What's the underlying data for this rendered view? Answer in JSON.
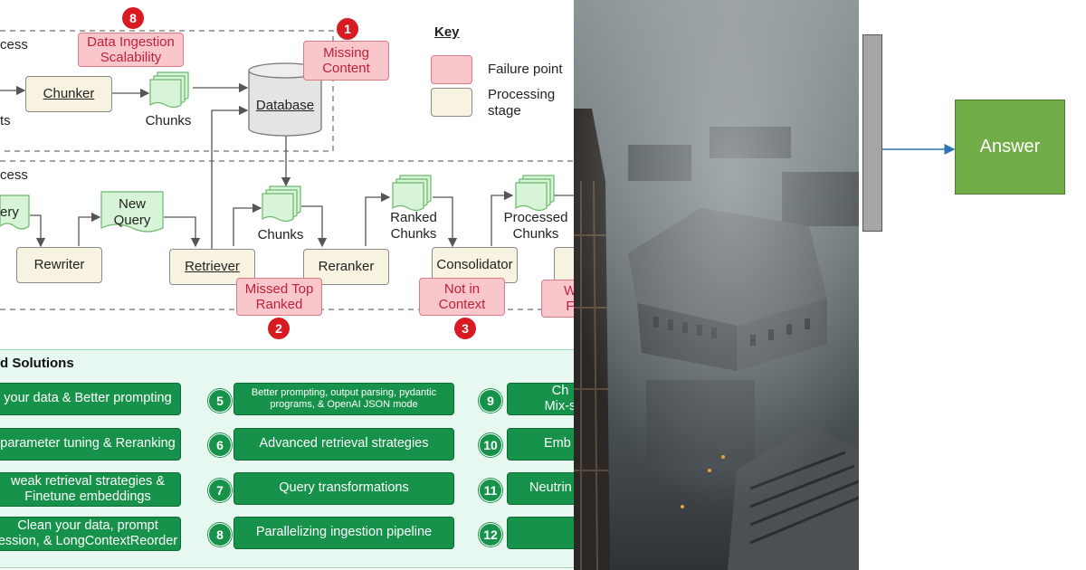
{
  "diagram": {
    "top_region_label": "cess",
    "bottom_region_label": "cess",
    "key": {
      "title": "Key",
      "failure_label": "Failure point",
      "processing_label": "Processing stage"
    },
    "nodes": {
      "chunker": "Chunker",
      "chunks_top": "Chunks",
      "database": "Database",
      "ts": "ts",
      "query_partial": "ery",
      "new_query": "New Query",
      "rewriter": "Rewriter",
      "retriever": "Retriever",
      "chunks_mid": "Chunks",
      "reranker": "Reranker",
      "ranked_chunks": "Ranked Chunks",
      "consolidator": "Consolidator",
      "processed_chunks": "Processed Chunks"
    },
    "failures": {
      "f8": {
        "badge": "8",
        "label": "Data Ingestion Scalability"
      },
      "f1": {
        "badge": "1",
        "label": "Missing Content"
      },
      "f2": {
        "badge": "2",
        "label": "Missed Top Ranked"
      },
      "f3": {
        "badge": "3",
        "label": "Not in Context"
      },
      "f_partial": {
        "label": "W F"
      }
    },
    "solutions": {
      "title": "d Solutions",
      "col1": [
        "your data & Better prompting",
        "parameter tuning & Reranking",
        "weak retrieval strategies & Finetune embeddings",
        "Clean your data, prompt ession, & LongContextReorder"
      ],
      "col2": [
        {
          "num": "5",
          "text": "Better prompting, output parsing, pydantic programs, & OpenAI JSON mode"
        },
        {
          "num": "6",
          "text": "Advanced retrieval strategies"
        },
        {
          "num": "7",
          "text": "Query transformations"
        },
        {
          "num": "8",
          "text": "Parallelizing ingestion pipeline"
        }
      ],
      "col3": [
        {
          "num": "9",
          "text": "Ch Mix-s"
        },
        {
          "num": "10",
          "text": "Emb"
        },
        {
          "num": "11",
          "text": "Neutrin"
        },
        {
          "num": "12",
          "text": ""
        }
      ]
    }
  },
  "right_panel": {
    "answer_label": "Answer"
  },
  "colors": {
    "failure_fill": "#f9c7cb",
    "processing_fill": "#f7f3e0",
    "solution_green": "#17924a",
    "answer_green": "#70ad47",
    "badge_red": "#d81b23"
  }
}
